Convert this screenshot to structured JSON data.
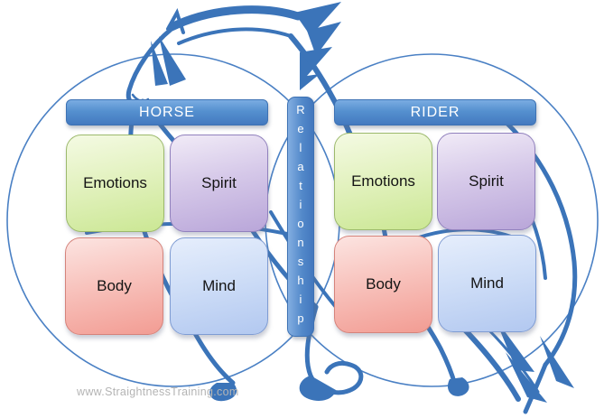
{
  "diagram": {
    "title_concept": "Horse and rider each consist of Emotions, Spirit, Body and Mind, joined by Relationship",
    "relationship": {
      "label": "Relationship"
    },
    "groups": [
      {
        "name": "horse",
        "header": "HORSE",
        "boxes": [
          {
            "key": "emotions",
            "label": "Emotions"
          },
          {
            "key": "spirit",
            "label": "Spirit"
          },
          {
            "key": "body",
            "label": "Body"
          },
          {
            "key": "mind",
            "label": "Mind"
          }
        ]
      },
      {
        "name": "rider",
        "header": "RIDER",
        "boxes": [
          {
            "key": "emotions",
            "label": "Emotions"
          },
          {
            "key": "spirit",
            "label": "Spirit"
          },
          {
            "key": "body",
            "label": "Body"
          },
          {
            "key": "mind",
            "label": "Mind"
          }
        ]
      }
    ],
    "watermark": {
      "text": "www.StraightnessTraining.com",
      "color": "#b4b4b4"
    },
    "colors": {
      "header_blue": "#4379c0",
      "emotions_green": "#cbe794",
      "spirit_purple": "#b9a6d9",
      "body_red": "#f29c93",
      "mind_blue": "#b2c8f0",
      "line_art_blue": "#3b74b9",
      "circle_outline_blue": "#4a80c4",
      "label_text": "#141414",
      "header_text": "#ffffff"
    }
  }
}
